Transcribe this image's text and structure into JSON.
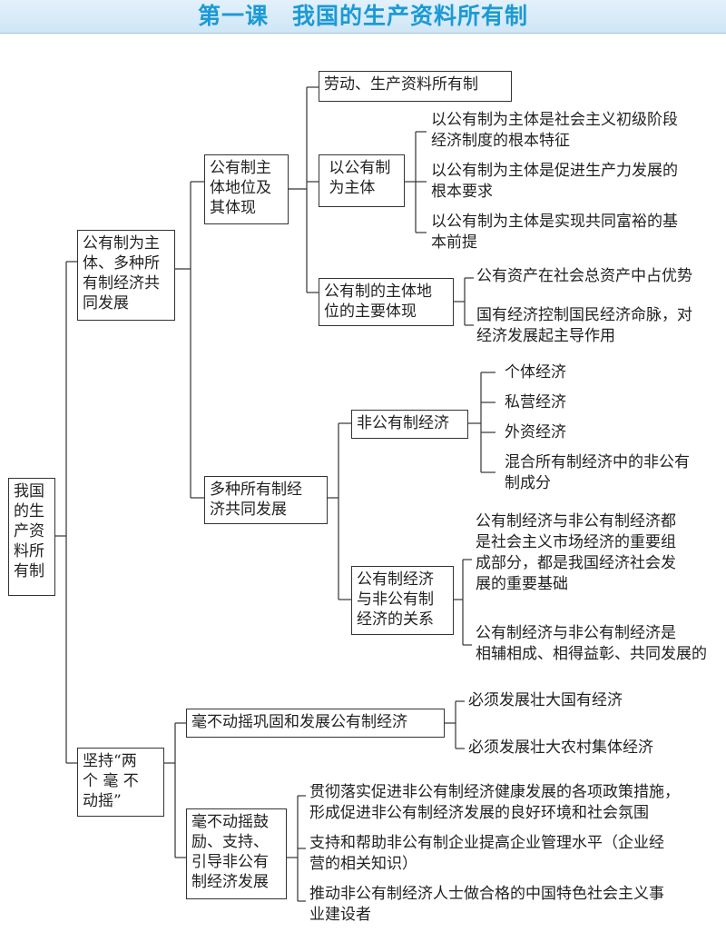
{
  "title": "第一课　我国的生产资料所有制",
  "root": "我国\n的生\n产资\n料所\n有制",
  "branch1": {
    "label": "公有制为主\n体、多种所\n有制经济共\n同发展",
    "sub1": {
      "label": "公有制主\n体地位及\n其体现",
      "item1": "劳动、生产资料所有制",
      "item2": {
        "label": " 以公有制\n 为主体",
        "leaves": [
          "以公有制为主体是社会主义初级阶段\n经济制度的根本特征",
          "以公有制为主体是促进生产力发展的\n根本要求",
          "以公有制为主体是实现共同富裕的基\n本前提"
        ]
      },
      "item3": {
        "label": "公有制的主体地\n位的主要体现",
        "leaves": [
          "公有资产在社会总资产中占优势",
          "国有经济控制国民经济命脉，对\n经济发展起主导作用"
        ]
      }
    },
    "sub2": {
      "label": "多种所有制经\n济共同发展",
      "item1": {
        "label": "非公有制经济",
        "leaves": [
          "个体经济",
          "私营经济",
          "外资经济",
          "混合所有制经济中的非公有\n制成分"
        ]
      },
      "item2": {
        "label": "公有制经济\n与非公有制\n经济的关系",
        "leaves": [
          "公有制经济与非公有制经济都\n是社会主义市场经济的重要组\n成部分，都是我国经济社会发\n展的重要基础",
          "公有制经济与非公有制经济是\n相辅相成、相得益彰、共同发展的"
        ]
      }
    }
  },
  "branch2": {
    "label": "坚持“两\n个 毫 不\n动摇”",
    "sub1": {
      "label": "毫不动摇巩固和发展公有制经济",
      "leaves": [
        "必须发展壮大国有经济",
        "必须发展壮大农村集体经济"
      ]
    },
    "sub2": {
      "label": "毫不动摇鼓\n励、支持、\n引导非公有\n制经济发展",
      "leaves": [
        "贯彻落实促进非公有制经济健康发展的各项政策措施，\n形成促进非公有制经济发展的良好环境和社会氛围",
        "支持和帮助非公有制企业提高企业管理水平（企业经\n营的相关知识）",
        "推动非公有制经济人士做合格的中国特色社会主义事\n业建设者"
      ]
    }
  },
  "colors": {
    "title": "#1b9ad6",
    "header_bg": "#d6eaf8",
    "line": "#333333"
  }
}
